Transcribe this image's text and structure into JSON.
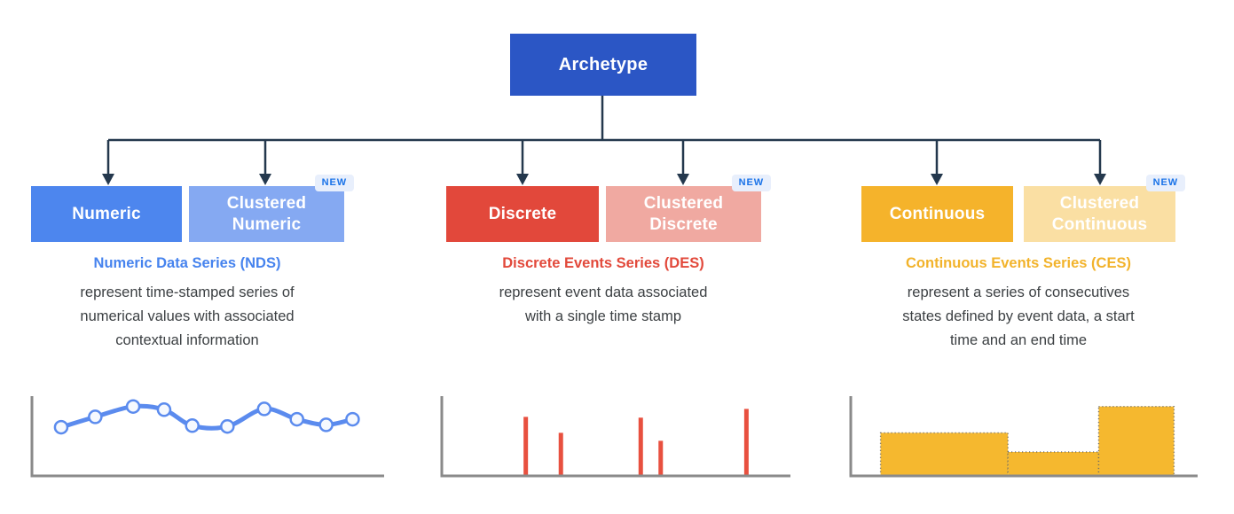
{
  "root": {
    "label": "Archetype",
    "bg": "#2B56C5",
    "fg": "#FFFFFF"
  },
  "connector_color": "#24384D",
  "badge_style": {
    "bg": "#E8EFFC",
    "fg": "#1A73E8"
  },
  "axis_color": "#8A8A8A",
  "groups": [
    {
      "name": "numeric",
      "main_label": "Numeric",
      "clustered_lines": [
        "Clustered",
        "Numeric"
      ],
      "badge": "NEW",
      "heading": "Numeric Data Series (NDS)",
      "desc_lines": [
        "represent time-stamped series of",
        "numerical values with associated",
        "contextual information"
      ],
      "colors": {
        "main_bg": "#4D86EE",
        "clustered_bg": "#85A9F2",
        "heading": "#4683EE"
      }
    },
    {
      "name": "discrete",
      "main_label": "Discrete",
      "clustered_lines": [
        "Clustered",
        "Discrete"
      ],
      "badge": "NEW",
      "heading": "Discrete Events Series (DES)",
      "desc_lines": [
        "represent event data associated",
        "with a single time stamp"
      ],
      "colors": {
        "main_bg": "#E2483B",
        "clustered_bg": "#F0A9A1",
        "heading": "#E2493B"
      }
    },
    {
      "name": "continuous",
      "main_label": "Continuous",
      "clustered_lines": [
        "Clustered",
        "Continuous"
      ],
      "badge": "NEW",
      "heading": "Continuous Events Series (CES)",
      "desc_lines": [
        "represent a series of consecutives",
        "states defined by event data, a start",
        "time and an end time"
      ],
      "colors": {
        "main_bg": "#F5B32B",
        "clustered_bg": "#FADFA3",
        "heading": "#F2B32B"
      }
    }
  ],
  "chart_data": [
    {
      "type": "line",
      "title": "Numeric Data Series example",
      "color": "#5B8BEE",
      "marker_fill": "#F6F9FE",
      "x_range": [
        0,
        100
      ],
      "y_range": [
        0,
        100
      ],
      "grid": false,
      "points": [
        [
          8.4,
          61
        ],
        [
          18.2,
          74
        ],
        [
          29.1,
          87
        ],
        [
          38,
          83
        ],
        [
          46.1,
          63
        ],
        [
          56.2,
          62
        ],
        [
          66.8,
          84
        ],
        [
          76.2,
          71
        ],
        [
          84.6,
          64
        ],
        [
          92.2,
          71
        ]
      ]
    },
    {
      "type": "stem",
      "title": "Discrete Events Series example",
      "color": "#E8503F",
      "x_range": [
        0,
        100
      ],
      "y_range": [
        0,
        100
      ],
      "grid": false,
      "events": [
        {
          "x": 24.4,
          "h": 74
        },
        {
          "x": 34.6,
          "h": 54
        },
        {
          "x": 57.8,
          "h": 73
        },
        {
          "x": 63.6,
          "h": 44
        },
        {
          "x": 88.5,
          "h": 84
        }
      ]
    },
    {
      "type": "step-area",
      "title": "Continuous Events Series example",
      "color": "#F5B82F",
      "border": "#666666",
      "x_range": [
        0,
        100
      ],
      "y_range": [
        0,
        100
      ],
      "grid": false,
      "segments": [
        {
          "x0": 8.7,
          "x1": 45.9,
          "h": 54
        },
        {
          "x0": 45.9,
          "x1": 72.4,
          "h": 30
        },
        {
          "x0": 72.4,
          "x1": 94.4,
          "h": 87
        }
      ]
    }
  ]
}
